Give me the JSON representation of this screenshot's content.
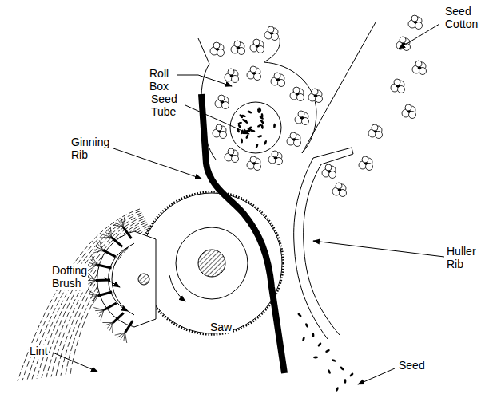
{
  "diagram": {
    "labels": [
      "Seed Cotton",
      "Roll Box",
      "Seed Tube",
      "Ginning Rib",
      "Huller Rib",
      "Doffing Brush",
      "Saw",
      "Lint",
      "Seed"
    ]
  }
}
